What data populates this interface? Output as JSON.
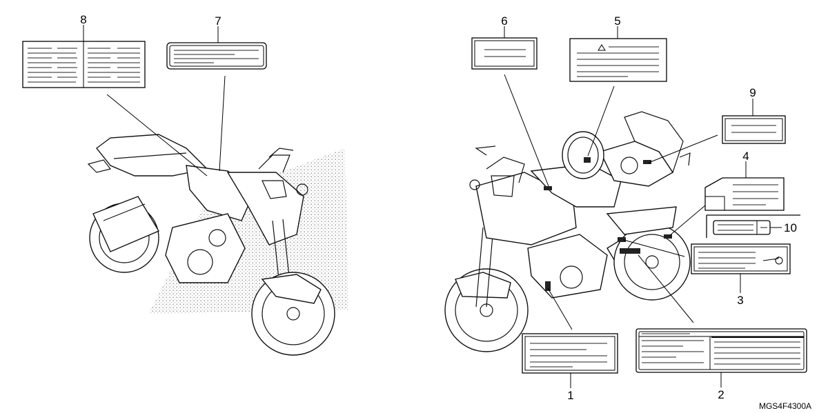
{
  "diagram_code": "MGS4F4300A",
  "callouts": [
    {
      "id": "1",
      "label": "1"
    },
    {
      "id": "2",
      "label": "2"
    },
    {
      "id": "3",
      "label": "3"
    },
    {
      "id": "4",
      "label": "4"
    },
    {
      "id": "5",
      "label": "5"
    },
    {
      "id": "6",
      "label": "6"
    },
    {
      "id": "7",
      "label": "7"
    },
    {
      "id": "8",
      "label": "8"
    },
    {
      "id": "9",
      "label": "9"
    },
    {
      "id": "10",
      "label": "10"
    }
  ],
  "colors": {
    "ink": "#000000",
    "stipple": "#8a8a8a",
    "paper": "#ffffff"
  }
}
